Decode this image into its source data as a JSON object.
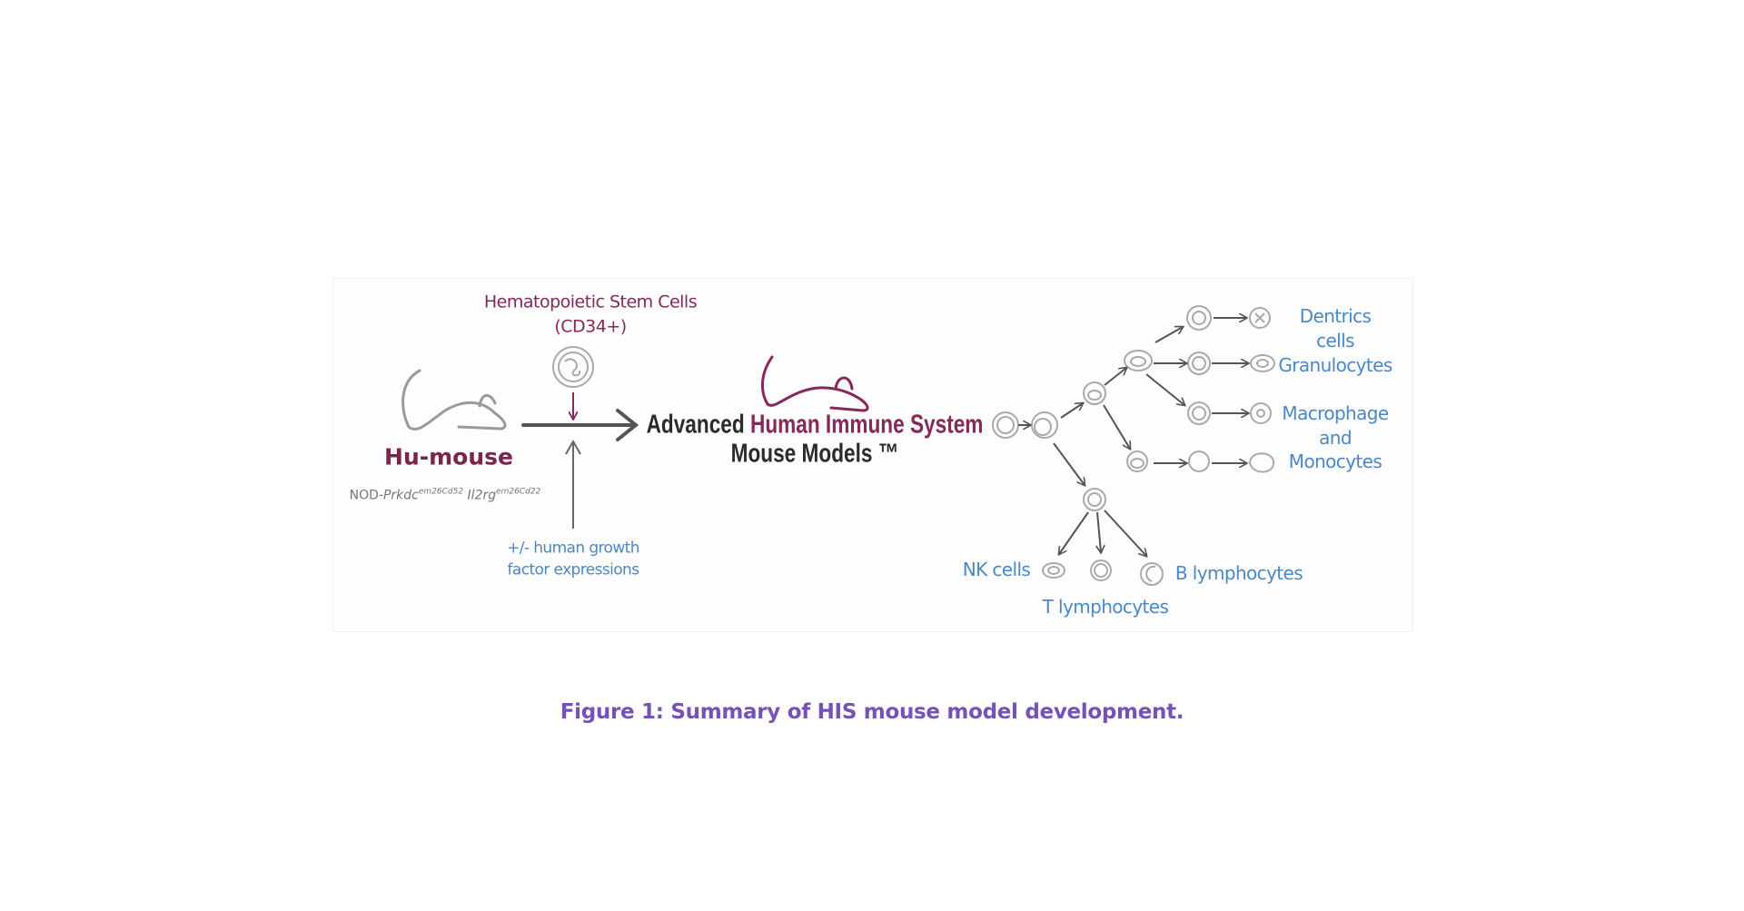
{
  "figure": {
    "hsc_label_line1": "Hematopoietic Stem Cells",
    "hsc_label_line2": "(CD34+)",
    "hu_mouse_label": "Hu-mouse",
    "strain": {
      "prefix": "NOD-",
      "gene1": "Prkdc",
      "sup1": "em26Cd52",
      "gene2": "Il2rg",
      "sup2": "em26Cd22"
    },
    "growth_line1": "+/- human growth",
    "growth_line2": "factor expressions",
    "title_word1": "Advanced",
    "title_highlight": "Human Immune System",
    "title_line2": "Mouse Models ™",
    "cell_labels": {
      "dendritic_1": "Dentrics",
      "dendritic_2": "cells",
      "granulocytes": "Granulocytes",
      "macrophage_1": "Macrophage",
      "macrophage_2": "and",
      "macrophage_3": "Monocytes",
      "nk": "NK cells",
      "t": "T lymphocytes",
      "b": "B lymphocytes"
    },
    "colors": {
      "maroon": "#85285a",
      "blue": "#4a88c7",
      "caption": "#7551b8"
    }
  },
  "caption": "Figure 1: Summary of HIS mouse model development."
}
